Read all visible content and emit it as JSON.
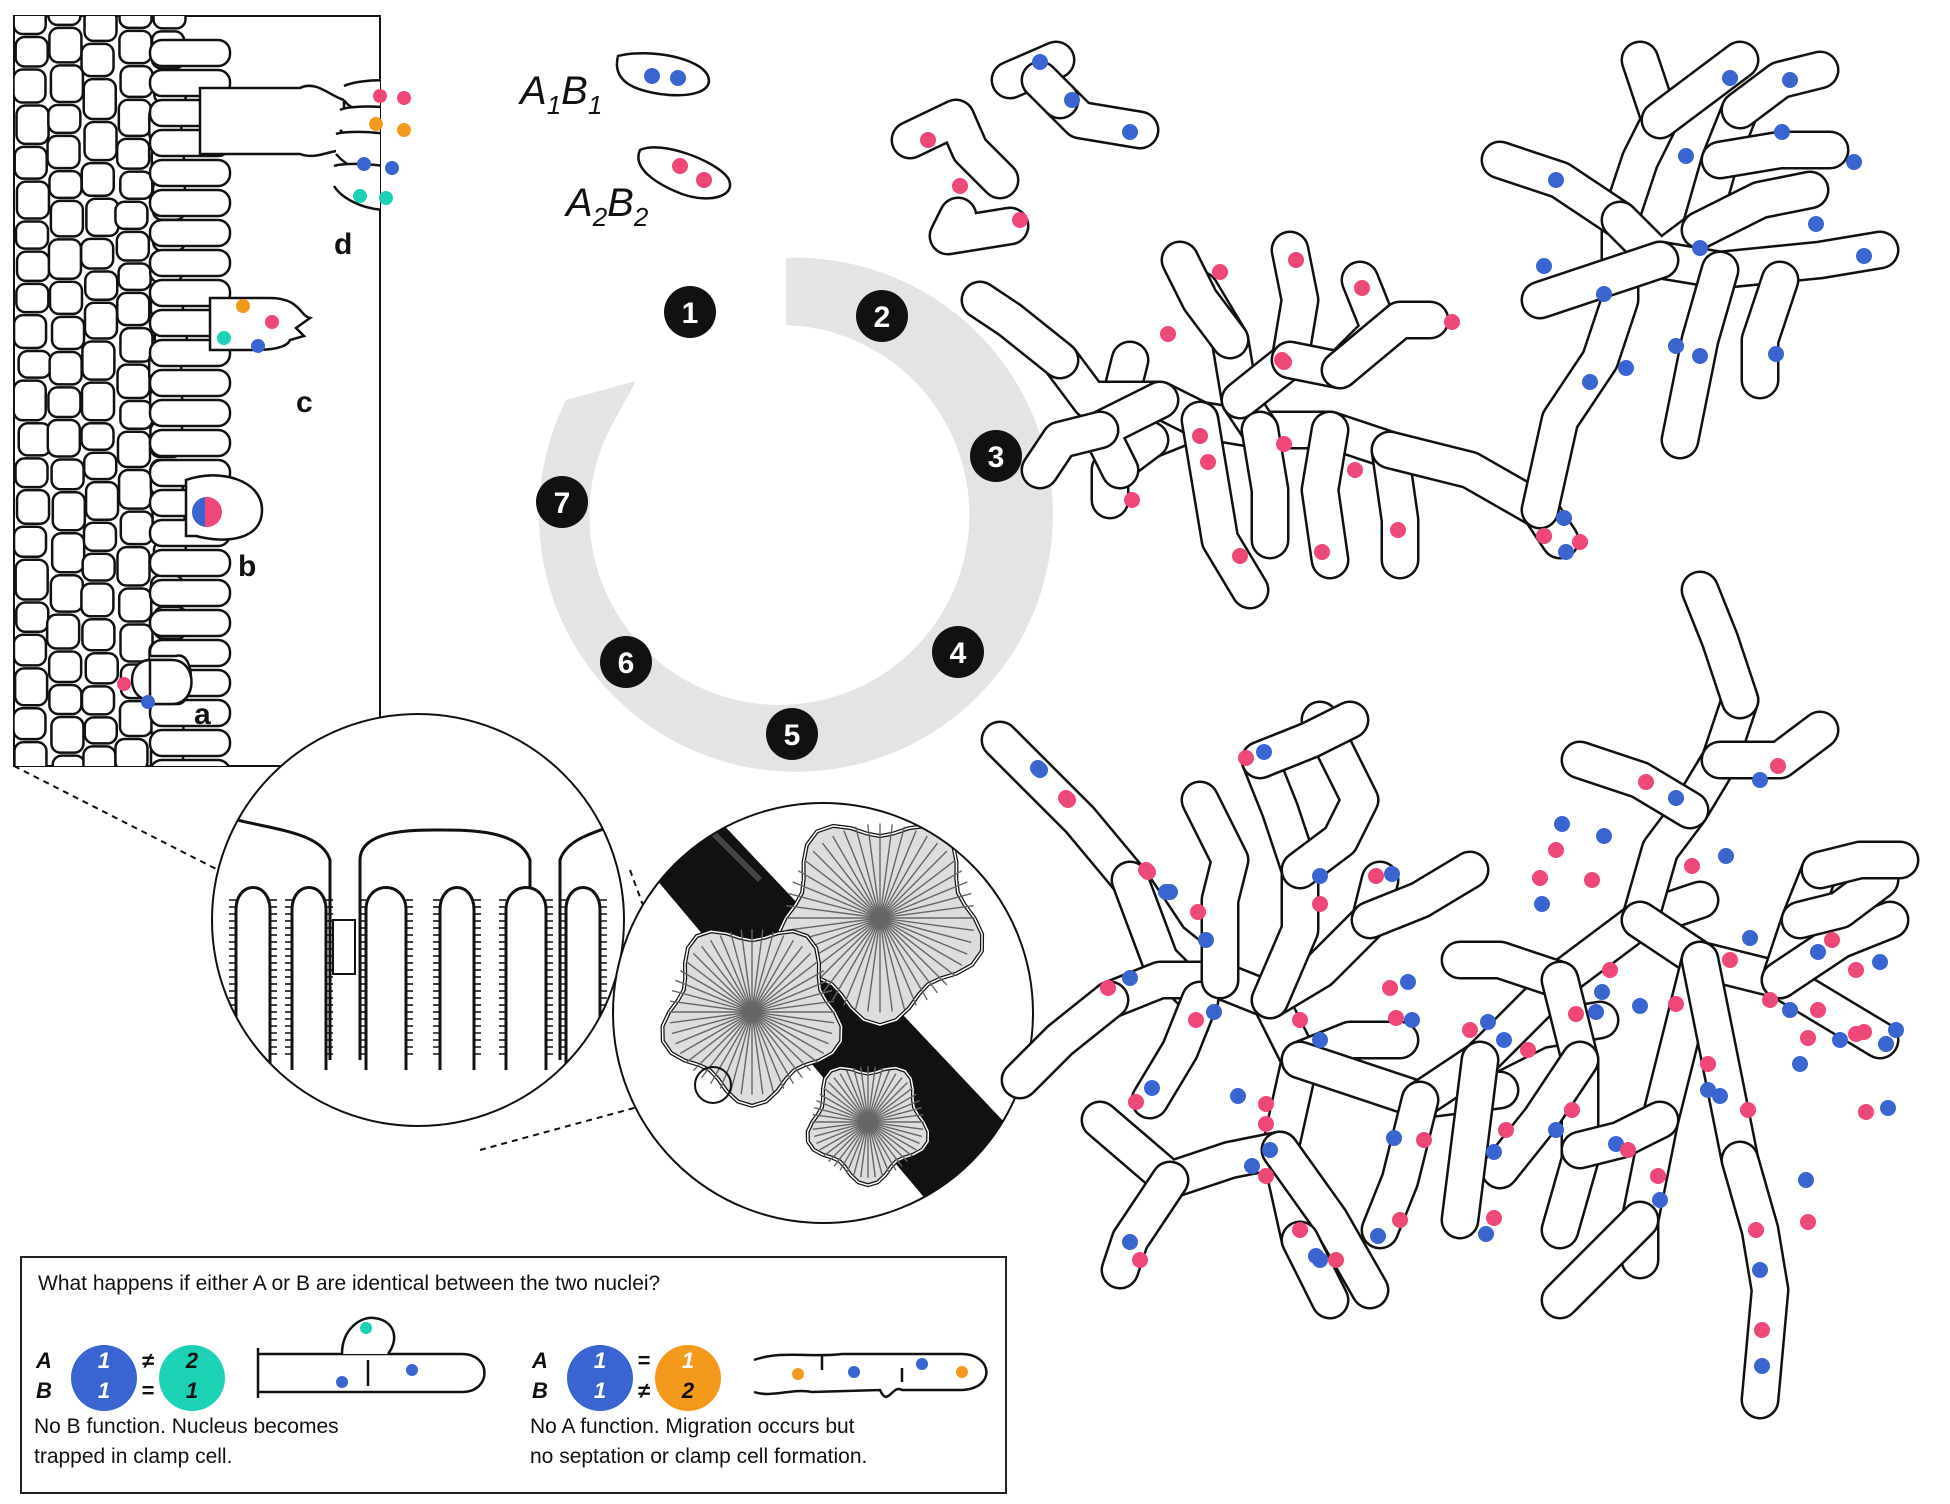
{
  "colors": {
    "pink": "#ef4777",
    "blue": "#3a64cf",
    "orange": "#f39a1c",
    "teal": "#1dd1b5",
    "ring": "#e4e4e4",
    "ink": "#111111"
  },
  "labels": {
    "genotype1_main": "A",
    "genotype1_sub1": "1",
    "genotype1_mid": "B",
    "genotype1_sub2": "1",
    "genotype2_main": "A",
    "genotype2_sub1": "2",
    "genotype2_mid": "B",
    "genotype2_sub2": "2"
  },
  "stages": [
    "1",
    "2",
    "3",
    "4",
    "5",
    "6",
    "7"
  ],
  "inset_letters": [
    "a",
    "b",
    "c",
    "d"
  ],
  "info": {
    "question": "What happens if either A or B are identical between the two nuclei?",
    "case1": {
      "row_a": "A",
      "row_b": "B",
      "nucleus1_top": "1",
      "nucleus1_bottom": "1",
      "neq": "≠",
      "eq": "=",
      "nucleus2_top": "2",
      "nucleus2_bottom": "1",
      "caption_line1": "No B function. Nucleus becomes",
      "caption_line2": "trapped in clamp cell."
    },
    "case2": {
      "row_a": "A",
      "row_b": "B",
      "nucleus1_top": "1",
      "nucleus1_bottom": "1",
      "eq": "=",
      "neq": "≠",
      "nucleus2_top": "1",
      "nucleus2_bottom": "2",
      "caption_line1": "No A function. Migration occurs but",
      "caption_line2": "no septation or clamp cell formation."
    }
  }
}
